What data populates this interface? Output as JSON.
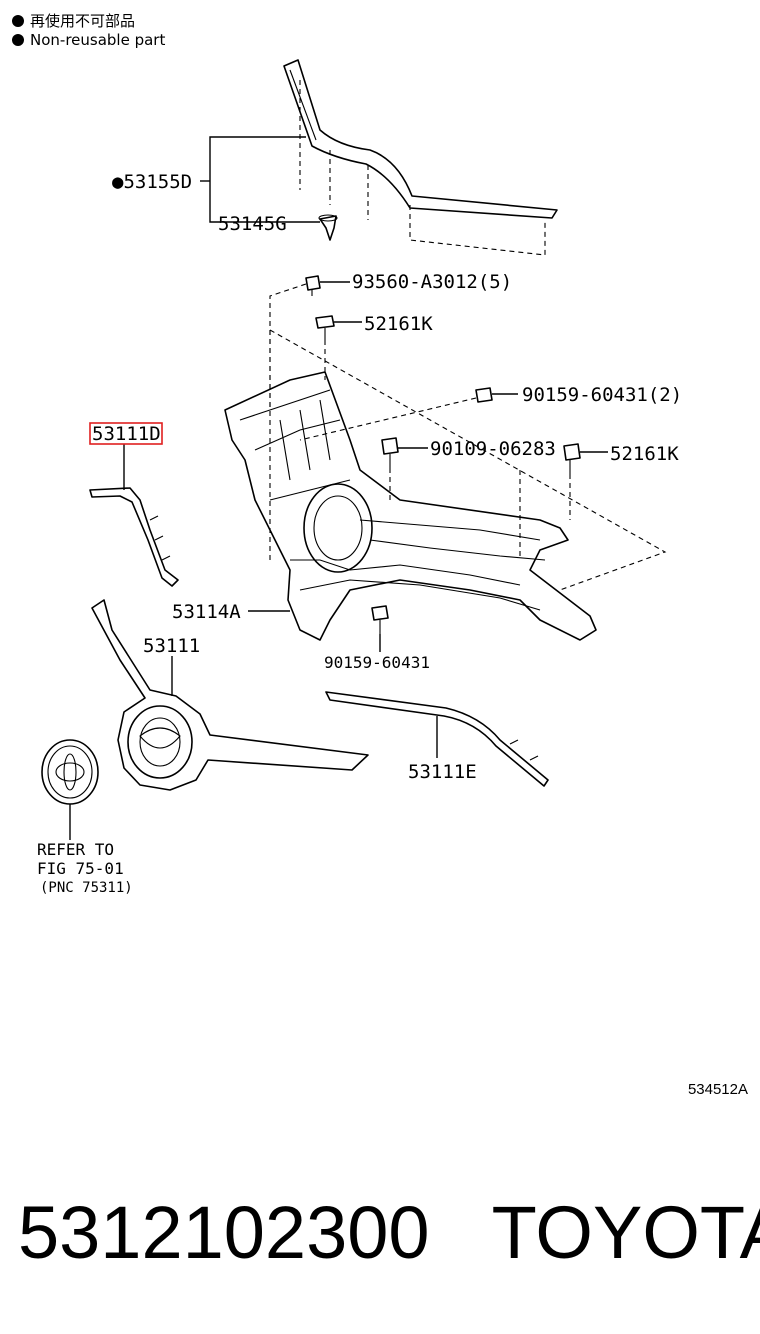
{
  "legend": {
    "line1": "再使用不可部品",
    "line2": "Non-reusable part"
  },
  "labels": {
    "p53155d": "●53155D",
    "p53145g": "53145G",
    "p93560": "93560-A3012(5)",
    "p52161k_top": "52161K",
    "p90159_2": "90159-60431(2)",
    "p53111d": "53111D",
    "p90109": "90109-06283",
    "p52161k_right": "52161K",
    "p53114a": "53114A",
    "p90159": "90159-60431",
    "p53111": "53111",
    "p53111e": "53111E",
    "refer_line1": "REFER TO",
    "refer_line2": "FIG 75-01",
    "refer_line3": "(PNC 75311)"
  },
  "diagram_code": "534512A",
  "footer": {
    "part_number": "5312102300",
    "brand": "TOYOTA"
  },
  "colors": {
    "highlight": "#e02020",
    "ink": "#000000"
  }
}
